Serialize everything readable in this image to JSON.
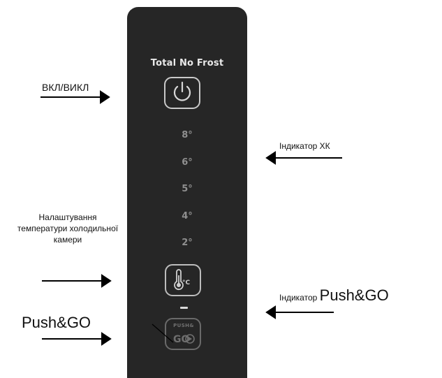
{
  "panel": {
    "brand": "Total No Frost",
    "temperature_levels": [
      "8°",
      "6°",
      "5°",
      "4°",
      "2°"
    ],
    "power_button_icon": "power-icon",
    "temp_button_icon": "thermometer-celsius-icon",
    "temp_button_unit": "°C",
    "push_button_text": "PUSH&",
    "push_button_go": "GO",
    "push_button_icon": "play-icon"
  },
  "callouts": {
    "power": "ВКЛ/ВИКЛ",
    "indicator": "Індикатор ХК",
    "settings": "Налаштування температури холодильної камери",
    "push_indicator_prefix": "Індикатор",
    "push_indicator_name": "Push&GO",
    "push": "Push&GO"
  },
  "colors": {
    "panel": "#262626",
    "text_on_panel": "#e8e8e8",
    "level_text": "#8f8f8f",
    "arrow": "#000000"
  }
}
